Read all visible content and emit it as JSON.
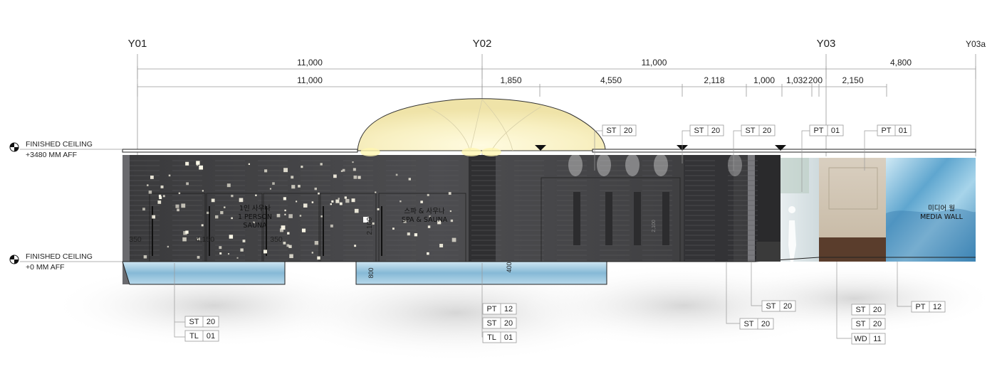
{
  "grid_labels": [
    "Y01",
    "Y02",
    "Y03",
    "Y03a"
  ],
  "dims_row1": [
    "11,000",
    "11,000",
    "4,800"
  ],
  "dims_row2": [
    "11,000",
    "1,850",
    "4,550",
    "2,118",
    "1,000",
    "1,032",
    "200",
    "2,150"
  ],
  "levels": [
    {
      "line1": "FINISHED CEILING",
      "line2": "+3480 MM AFF"
    },
    {
      "line1": "FINISHED CEILING",
      "line2": "+0 MM AFF"
    }
  ],
  "rooms": {
    "sauna_1p": {
      "ko": "1인 사우나",
      "en1": "1 PERSON",
      "en2": "SAUNA"
    },
    "spa": {
      "ko": "스파 & 사우나",
      "en": "SPA & SAUNA"
    },
    "media": {
      "ko": "미디어 월",
      "en": "MEDIA WALL"
    }
  },
  "inner_dims": [
    "350",
    "4,150",
    "350",
    "2,100",
    "800",
    "400",
    "2,100"
  ],
  "tags_top": [
    {
      "code": "ST",
      "num": "20"
    },
    {
      "code": "ST",
      "num": "20"
    },
    {
      "code": "ST",
      "num": "20"
    },
    {
      "code": "PT",
      "num": "01"
    },
    {
      "code": "PT",
      "num": "01"
    }
  ],
  "tags_bottom": [
    {
      "code": "ST",
      "num": "20"
    },
    {
      "code": "TL",
      "num": "01"
    },
    {
      "code": "PT",
      "num": "12"
    },
    {
      "code": "ST",
      "num": "20"
    },
    {
      "code": "TL",
      "num": "01"
    },
    {
      "code": "ST",
      "num": "20"
    },
    {
      "code": "ST",
      "num": "20"
    },
    {
      "code": "ST",
      "num": "20"
    },
    {
      "code": "ST",
      "num": "20"
    },
    {
      "code": "WD",
      "num": "11"
    },
    {
      "code": "PT",
      "num": "12"
    }
  ]
}
